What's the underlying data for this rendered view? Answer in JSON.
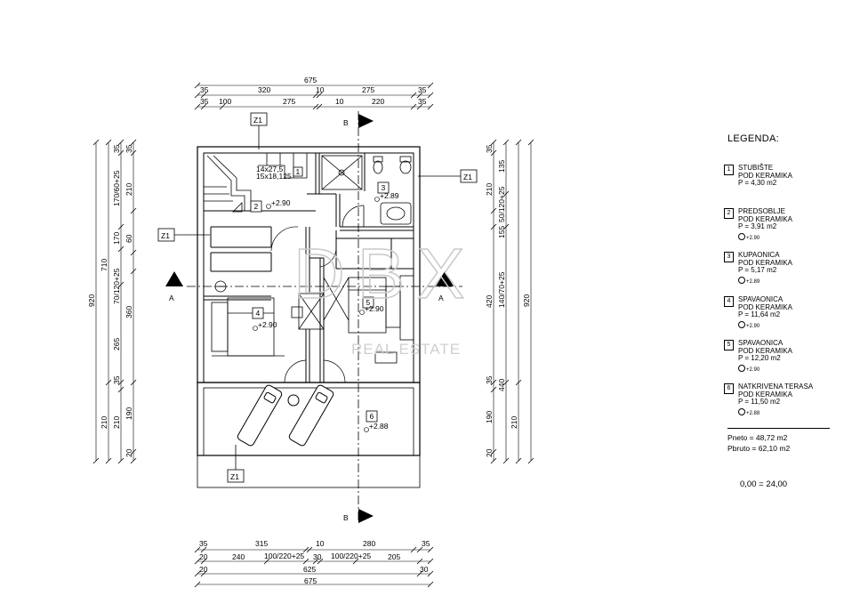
{
  "dims_top": {
    "total": "675",
    "row1": [
      "35",
      "320",
      "10",
      "275",
      "35"
    ],
    "row2": [
      "35",
      "100",
      "275",
      "10",
      "220",
      "35"
    ]
  },
  "dims_bottom": {
    "row1": [
      "35",
      "315",
      "10",
      "280",
      "35"
    ],
    "row2": [
      "20",
      "240",
      "100/220+25",
      "30",
      "100/220+25",
      "205"
    ],
    "row3": [
      "20",
      "625",
      "30"
    ],
    "total": "675"
  },
  "dims_left": {
    "total": "920",
    "col_a": [
      "710",
      "210"
    ],
    "col_b": [
      "35",
      "170/60+25",
      "60",
      "70/120+25",
      "265",
      "35",
      "210"
    ],
    "col_c": [
      "35",
      "210",
      "170",
      "360",
      "190",
      "20"
    ]
  },
  "dims_right": {
    "col_a": [
      "35",
      "210",
      "155",
      "420",
      "35",
      "190",
      "20"
    ],
    "col_b": [
      "135",
      "50/120+25",
      "140/70+25",
      "440",
      "210"
    ],
    "total": "920"
  },
  "section_marks": {
    "a_left": "A",
    "a_right": "A",
    "b_top": "B",
    "b_bottom": "B"
  },
  "wall_tags": [
    "Z1",
    "Z1",
    "Z1",
    "Z1"
  ],
  "stair": {
    "line1": "14x27,5",
    "line2": "15x18,125"
  },
  "rooms": [
    {
      "num": "1"
    },
    {
      "num": "2",
      "level": "+2.90"
    },
    {
      "num": "3",
      "level": "+2.89"
    },
    {
      "num": "4",
      "level": "+2.90"
    },
    {
      "num": "5",
      "level": "+2.90"
    },
    {
      "num": "6",
      "level": "+2.88"
    }
  ],
  "watermark": {
    "logo": "DBX",
    "sub": "REAL ESTATE"
  },
  "legend": {
    "title": "LEGENDA:",
    "items": [
      {
        "num": "1",
        "name": "STUBIŠTE",
        "floor": "POD KERAMIKA",
        "area": "P = 4,30 m2",
        "level": ""
      },
      {
        "num": "2",
        "name": "PREDSOBLJE",
        "floor": "POD KERAMIKA",
        "area": "P = 3,91 m2",
        "level": "+2.90"
      },
      {
        "num": "3",
        "name": "KUPAONICA",
        "floor": "POD KERAMIKA",
        "area": "P = 5,17 m2",
        "level": "+2.89"
      },
      {
        "num": "4",
        "name": "SPAVAONICA",
        "floor": "POD KERAMIKA",
        "area": "P = 11,64 m2",
        "level": "+2.90"
      },
      {
        "num": "5",
        "name": "SPAVAONICA",
        "floor": "POD KERAMIKA",
        "area": "P = 12,20 m2",
        "level": "+2.90"
      },
      {
        "num": "6",
        "name": "NATKRIVENA TERASA",
        "floor": "POD KERAMIKA",
        "area": "P = 11,50 m2",
        "level": "+2.88"
      }
    ],
    "pneto": "Pneto = 48,72 m2",
    "pbruto": "Pbruto = 62,10 m2",
    "scale": "0,00 = 24,00"
  }
}
